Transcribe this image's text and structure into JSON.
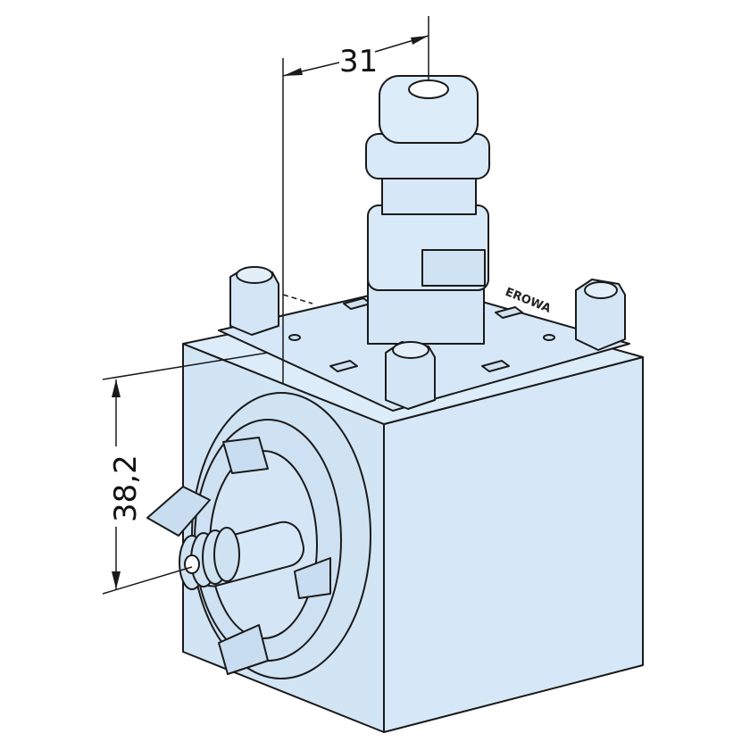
{
  "dimensions": {
    "width_label": "31",
    "height_label": "38,2"
  },
  "logo_text": "EROWA",
  "colors": {
    "body": "#d4e6f5",
    "body_dark": "#c5dcef",
    "line": "#1a1a1a"
  }
}
